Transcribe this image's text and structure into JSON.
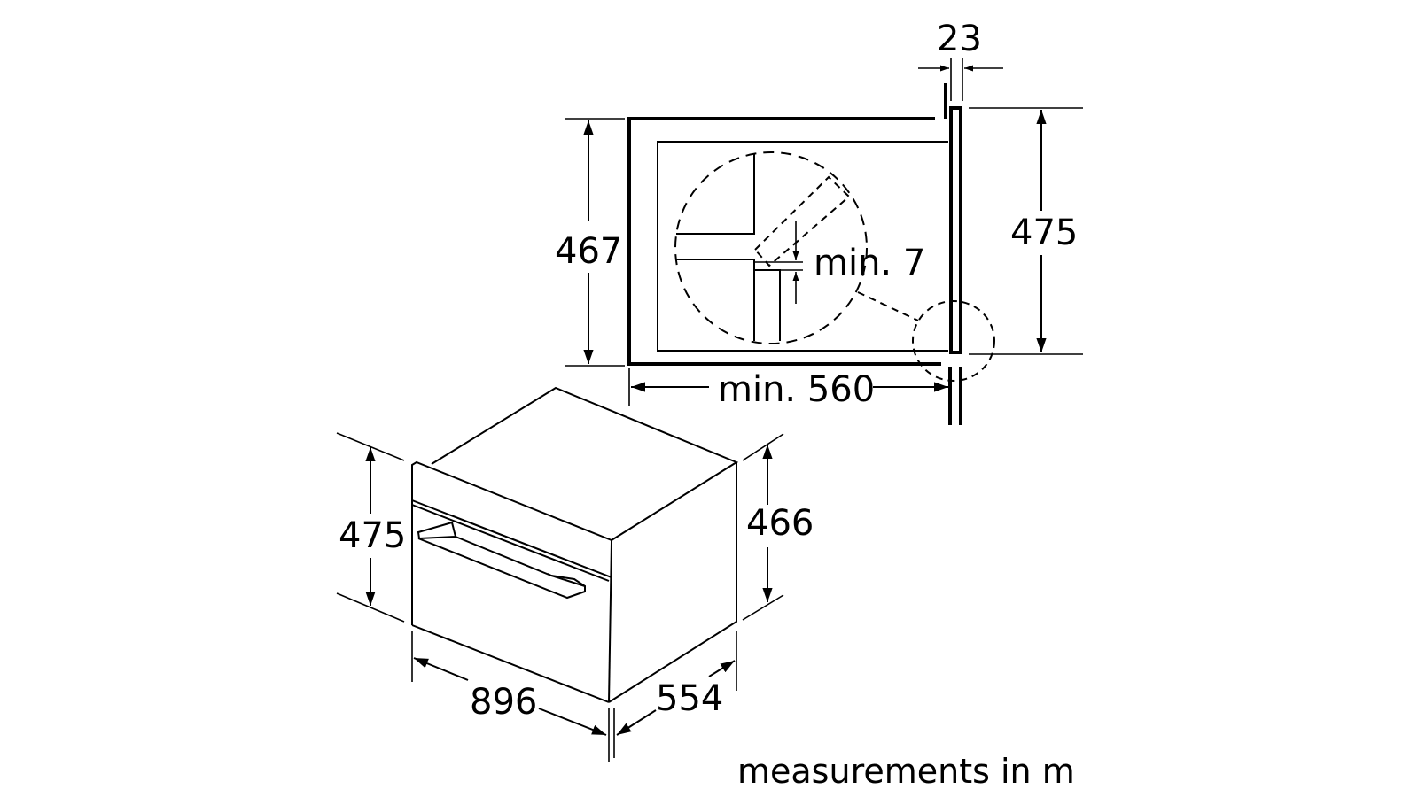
{
  "diagram": {
    "dimensions": {
      "niche_depth_panel": "23",
      "niche_height_inner": "467",
      "niche_height_outer": "475",
      "gap_min": "min. 7",
      "niche_depth_min": "min. 560",
      "appliance_height_front": "475",
      "appliance_height_side": "466",
      "appliance_width": "896",
      "appliance_depth": "554"
    },
    "footnote": "measurements in m"
  }
}
